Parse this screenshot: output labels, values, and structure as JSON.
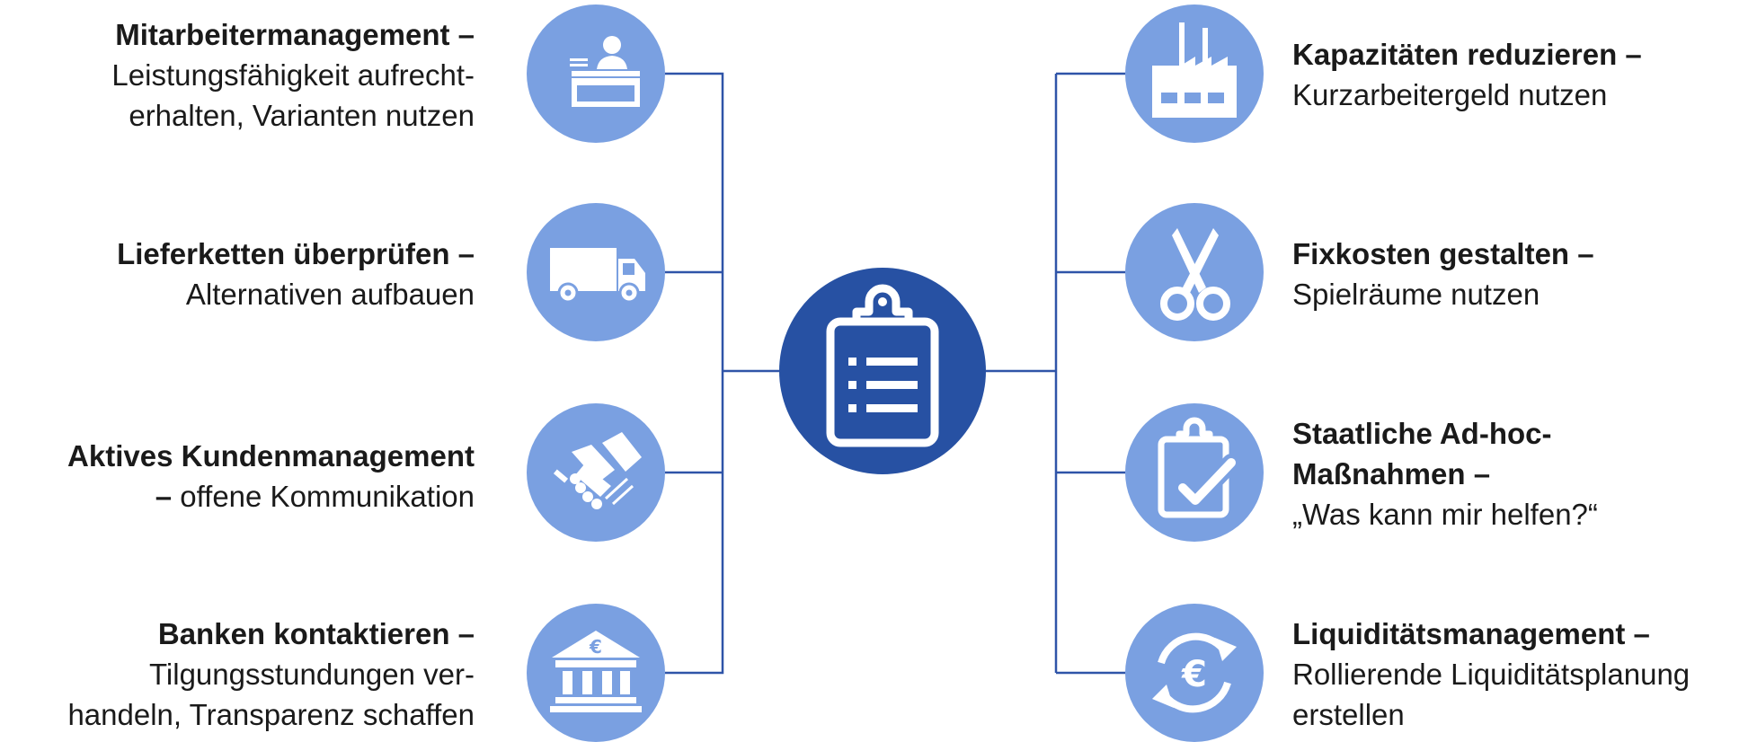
{
  "colors": {
    "circle": "#7aa0e1",
    "center": "#2751a3",
    "connector": "#2f54a8",
    "icon": "#ffffff"
  },
  "center": {
    "icon": "clipboard-checklist-icon"
  },
  "left_items": [
    {
      "icon": "office-worker-desk-icon",
      "heading": "Mitarbeitermanagement –",
      "body_1": "Leistungsfähigkeit aufrecht-",
      "body_2": "erhalten, Varianten nutzen"
    },
    {
      "icon": "delivery-truck-icon",
      "heading": "Lieferketten überprüfen –",
      "body_1": "Alternativen aufbauen"
    },
    {
      "icon": "handshake-icon",
      "heading": "Aktives Kundenmanagement",
      "lead": "–",
      "body_1": " offene Kommunikation"
    },
    {
      "icon": "bank-euro-icon",
      "heading": "Banken kontaktieren –",
      "body_1": "Tilgungsstundungen ver-",
      "body_2": "handeln, Transparenz schaffen"
    }
  ],
  "right_items": [
    {
      "icon": "factory-icon",
      "heading": "Kapazitäten reduzieren –",
      "body_1": "Kurzarbeitergeld nutzen"
    },
    {
      "icon": "scissors-icon",
      "heading": "Fixkosten gestalten –",
      "body_1": "Spielräume nutzen"
    },
    {
      "icon": "clipboard-check-icon",
      "heading": "Staatliche Ad-hoc-",
      "heading_2": "Maßnahmen –",
      "body_1": "„Was kann mir helfen?“"
    },
    {
      "icon": "euro-cycle-icon",
      "heading": "Liquiditätsmanagement –",
      "body_1": "Rollierende Liquiditätsplanung",
      "body_2": "erstellen"
    }
  ]
}
